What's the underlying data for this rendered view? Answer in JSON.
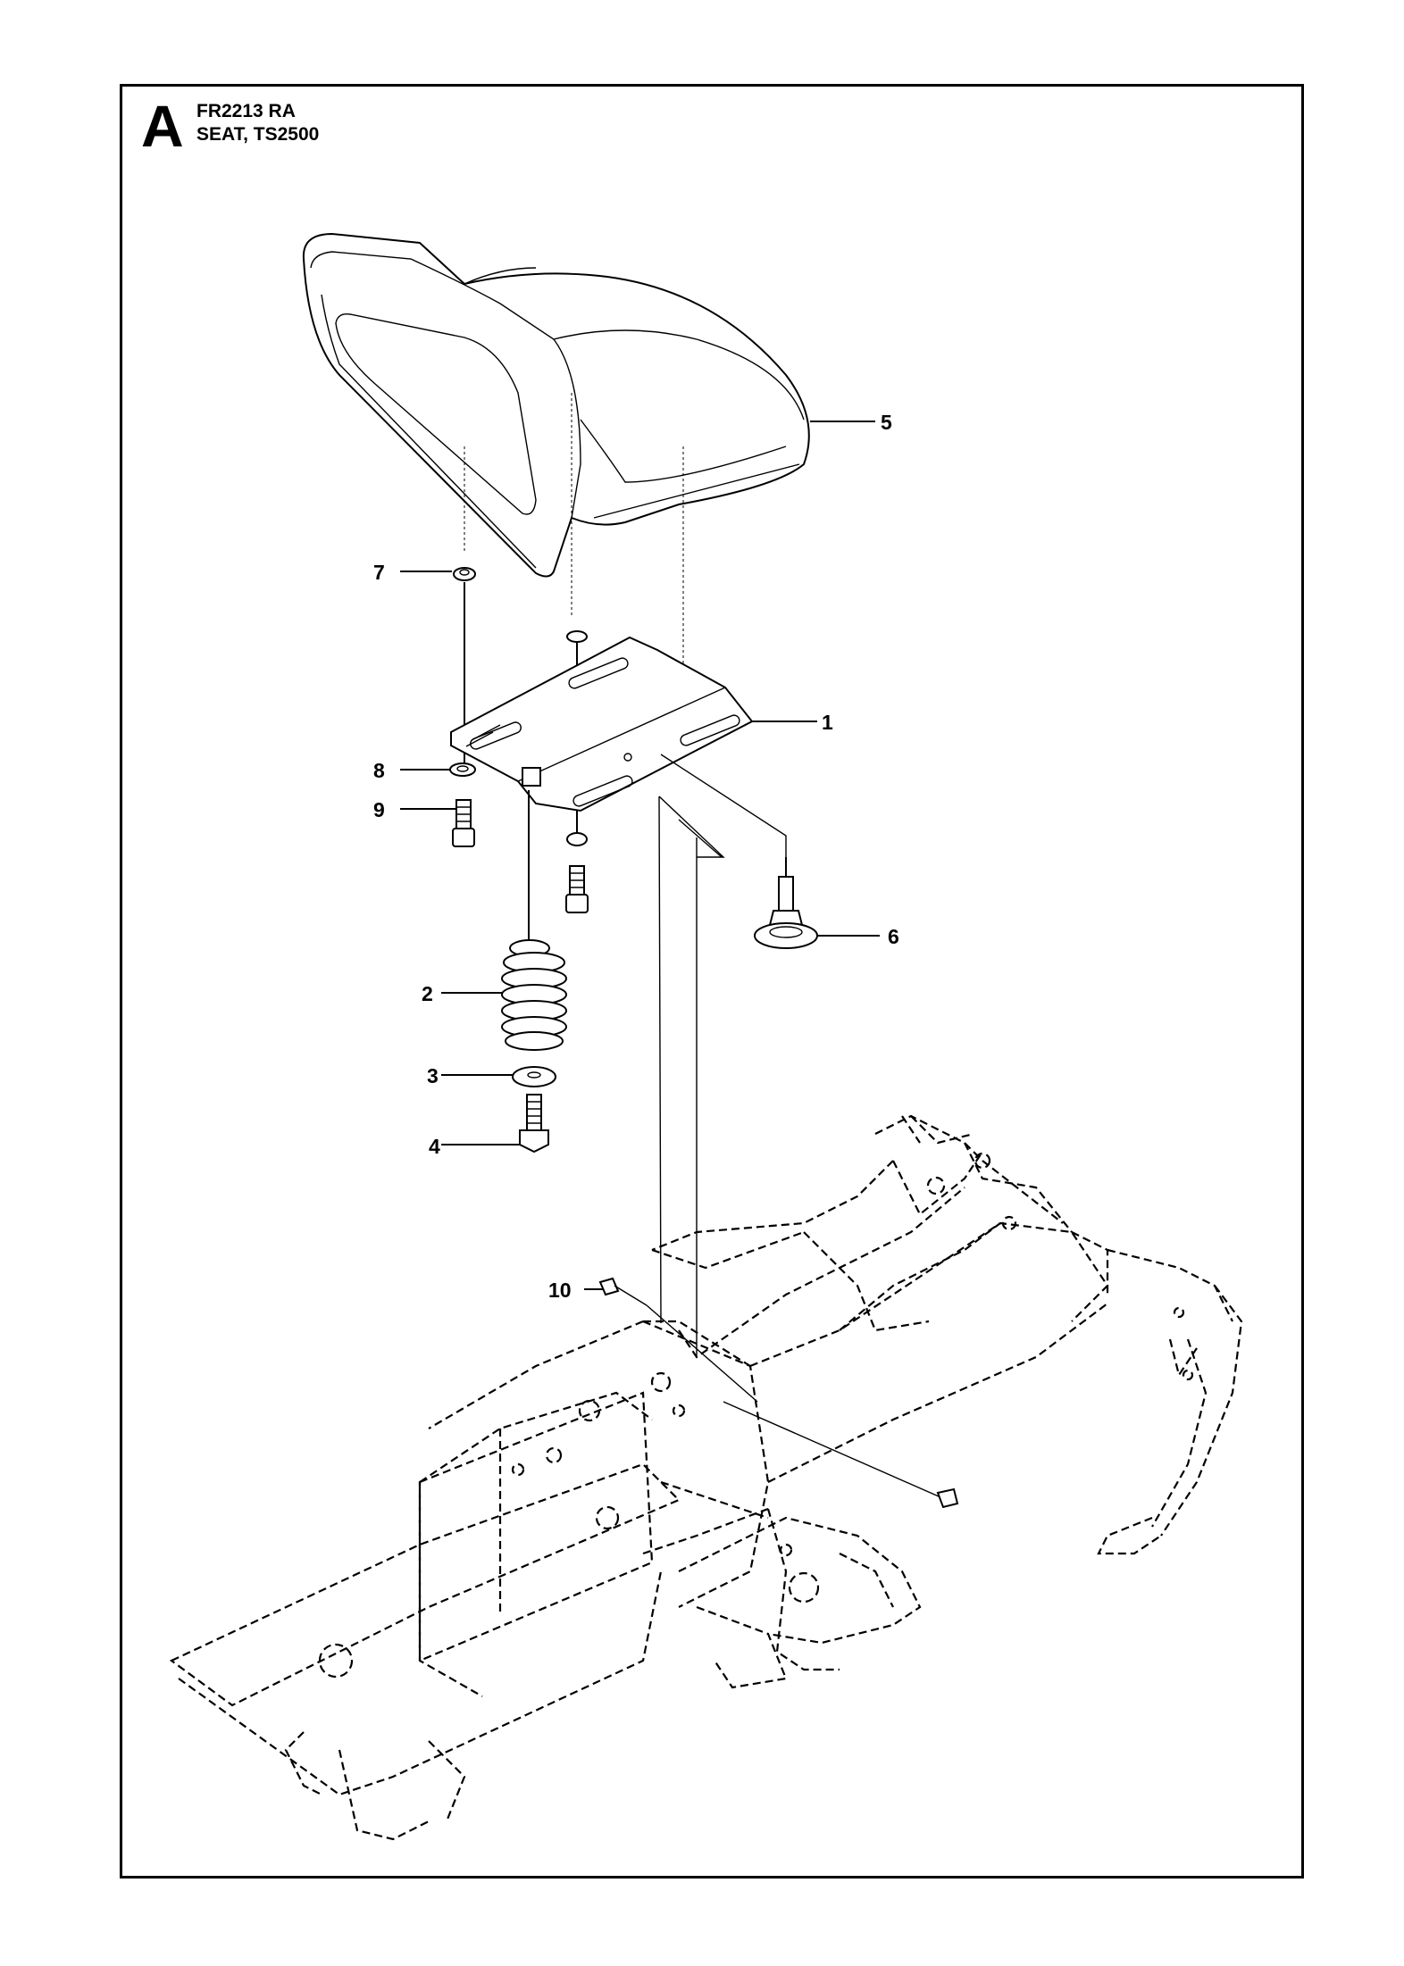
{
  "header": {
    "section_letter": "A",
    "part_code": "FR2213 RA",
    "title": "SEAT, TS2500"
  },
  "callouts": [
    {
      "id": "1",
      "label": "1"
    },
    {
      "id": "2",
      "label": "2"
    },
    {
      "id": "3",
      "label": "3"
    },
    {
      "id": "4",
      "label": "4"
    },
    {
      "id": "5",
      "label": "5"
    },
    {
      "id": "6",
      "label": "6"
    },
    {
      "id": "7",
      "label": "7"
    },
    {
      "id": "8",
      "label": "8"
    },
    {
      "id": "9",
      "label": "9"
    },
    {
      "id": "10",
      "label": "10"
    }
  ]
}
